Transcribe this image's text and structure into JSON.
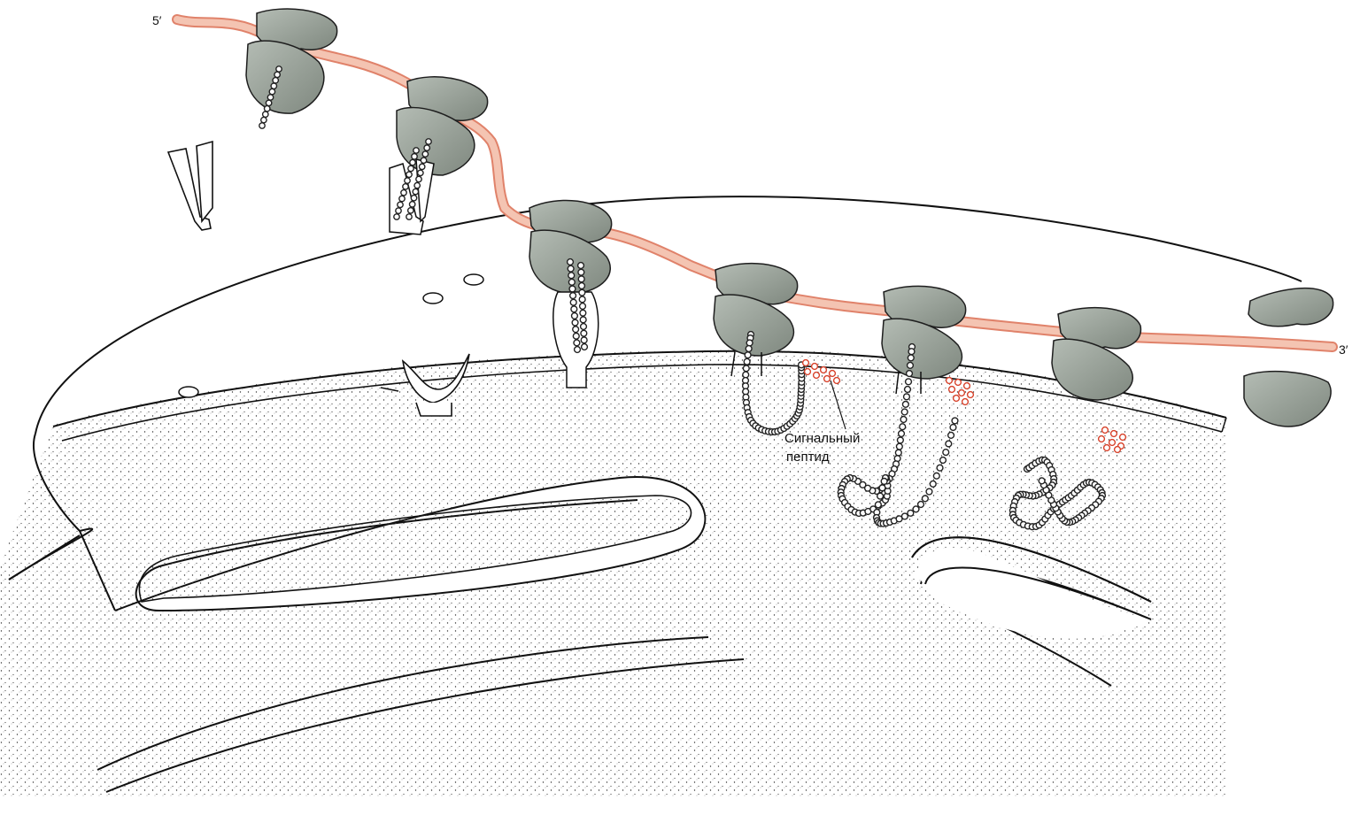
{
  "labels": {
    "five_prime": "5′",
    "three_prime": "3′",
    "signal_peptide_line1": "Сигнальный",
    "signal_peptide_line2": "пептид"
  },
  "colors": {
    "mrna_fill": "#f4c4b2",
    "mrna_edge": "#e0826a",
    "ribosome": "#9aa39a",
    "ribosome_edge": "#1e1e1e",
    "signal_peptide": "#d8432c",
    "chain": "#222222",
    "stipple": "#333333"
  }
}
